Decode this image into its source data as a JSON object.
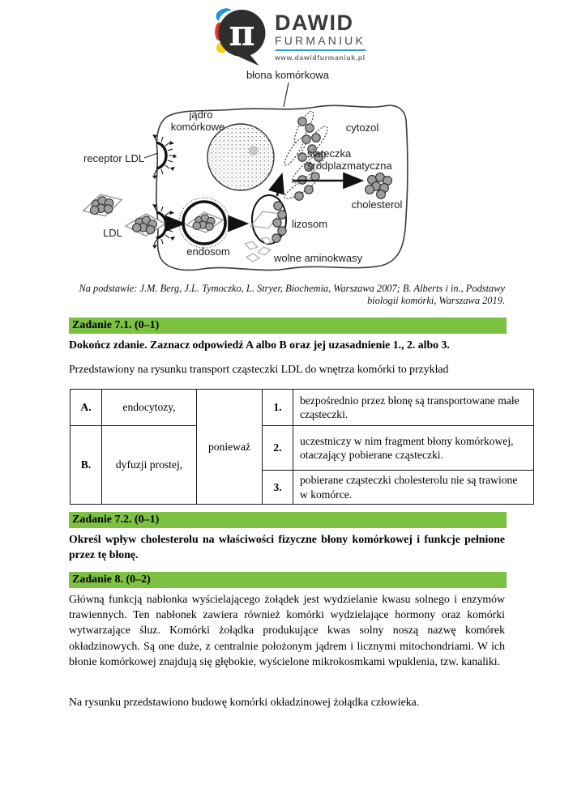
{
  "logo": {
    "pi": "π",
    "title": "DAWID",
    "subtitle": "FURMANIUK",
    "website": "www.dawidfurmaniuk.pl"
  },
  "diagram": {
    "membrane_label": "błona komórkowa",
    "nucleus_label_line1": "jądro",
    "nucleus_label_line2": "komórkowe",
    "cytosol_label": "cytozol",
    "er_label_line1": "siateczka",
    "er_label_line2": "śródplazmatyczna",
    "receptor_label": "receptor LDL",
    "ldl_label": "LDL",
    "endosome_label": "endosom",
    "lysosome_label": "lizosom",
    "cholesterol_label": "cholesterol",
    "amino_acids_label": "wolne aminokwasy"
  },
  "source_note": {
    "line1": "Na podstawie: J.M. Berg, J.L. Tymoczko, L. Stryer, Biochemia, Warszawa 2007; B. Alberts i in., Podstawy",
    "line2": "biologii komórki, Warszawa 2019."
  },
  "task_7_1": {
    "header": "Zadanie 7.1. (0–1)",
    "instruction": "Dokończ zdanie. Zaznacz odpowiedź A albo B oraz jej uzasadnienie 1., 2. albo 3.",
    "intro": "Przedstawiony na rysunku transport cząsteczki LDL do wnętrza komórki to przykład",
    "table": {
      "options": [
        {
          "letter": "A.",
          "text": "endocytozy,"
        },
        {
          "letter": "B.",
          "text": "dyfuzji prostej,"
        }
      ],
      "connector": "ponieważ",
      "reasons": [
        {
          "num": "1.",
          "text": "bezpośrednio przez błonę są transportowane małe cząsteczki."
        },
        {
          "num": "2.",
          "text": "uczestniczy w nim fragment błony komórkowej, otaczający pobierane cząsteczki."
        },
        {
          "num": "3.",
          "text": "pobierane cząsteczki cholesterolu nie są trawione w komórce."
        }
      ]
    }
  },
  "task_7_2": {
    "header": "Zadanie 7.2. (0–1)",
    "instruction": "Określ wpływ cholesterolu na właściwości fizyczne błony komórkowej i funkcje pełnione przez tę błonę."
  },
  "task_8": {
    "header": "Zadanie 8. (0–2)",
    "paragraph": "Główną funkcją nabłonka wyścielającego żołądek jest wydzielanie kwasu solnego i enzymów trawiennych. Ten nabłonek zawiera również komórki wydzielające hormony oraz komórki wytwarzające śluz. Komórki żołądka produkujące kwas solny noszą nazwę komórek okładzinowych. Są one duże, z centralnie położonym jądrem i licznymi mitochondriami. W ich błonie komórkowej znajdują się głębokie, wyścielone mikrokosmkami wpuklenia, tzw. kanaliki.",
    "note": "Na rysunku przedstawiono budowę komórki okładzinowej żołądka człowieka."
  },
  "colors": {
    "task_header_bg": "#7dc142",
    "logo_dark": "#2f2e2d",
    "logo_blue": "#2196d6",
    "logo_red": "#da3832",
    "logo_yellow": "#f2d118",
    "logo_underline": "#2d9fd8"
  }
}
